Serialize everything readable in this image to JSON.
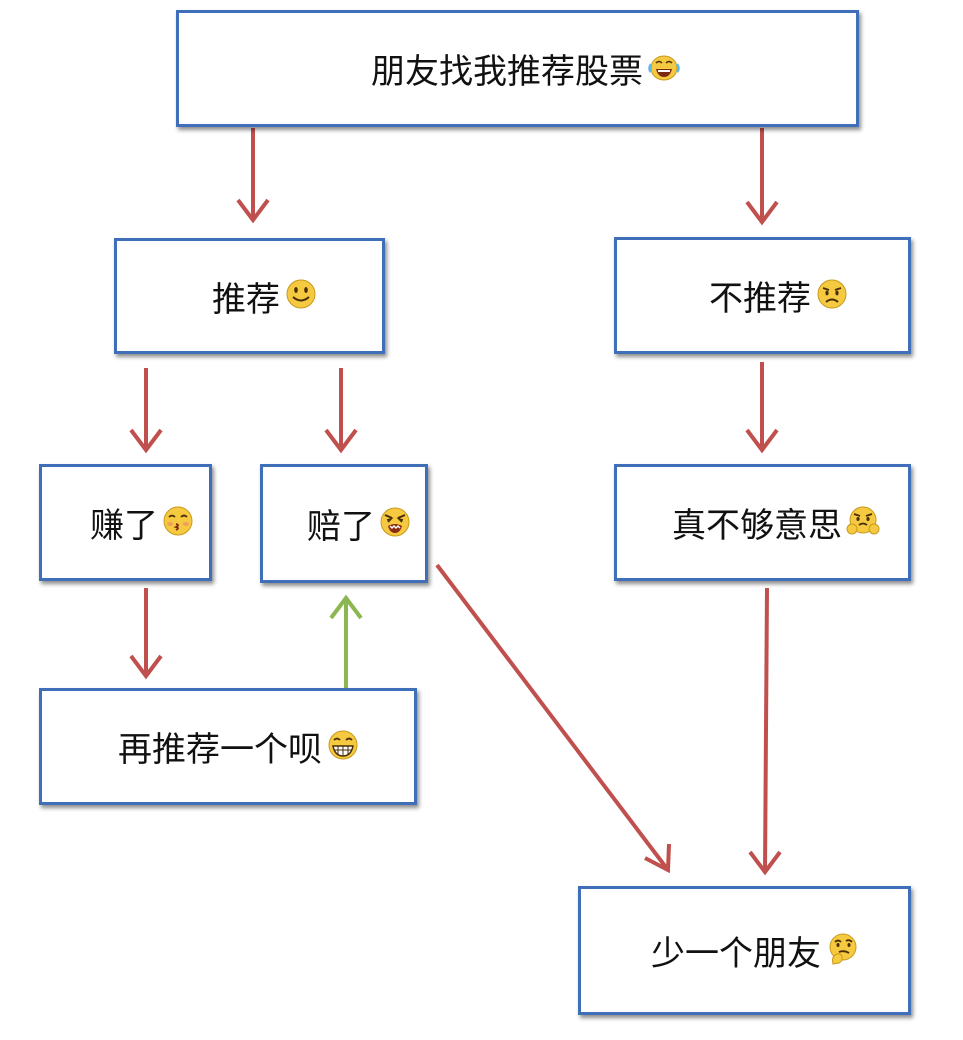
{
  "colors": {
    "box_border": "#3f6fb8",
    "arrow_red": "#c0504d",
    "arrow_green": "#8cb64f",
    "emoji_face": "#f5c940"
  },
  "nodes": {
    "ask": {
      "label": "朋友找我推荐股票",
      "emoji": "laughing-tears-icon"
    },
    "recommend": {
      "label": "推荐",
      "emoji": "smile-icon"
    },
    "not_recommend": {
      "label": "不推荐",
      "emoji": "frown-icon"
    },
    "profit": {
      "label": "赚了",
      "emoji": "kiss-icon"
    },
    "loss": {
      "label": "赔了",
      "emoji": "angry-icon"
    },
    "not_nice": {
      "label": "真不够意思",
      "emoji": "hug-icon"
    },
    "again": {
      "label": "再推荐一个呗",
      "emoji": "grin-icon"
    },
    "lose_friend": {
      "label": "少一个朋友",
      "emoji": "thinking-icon"
    }
  }
}
